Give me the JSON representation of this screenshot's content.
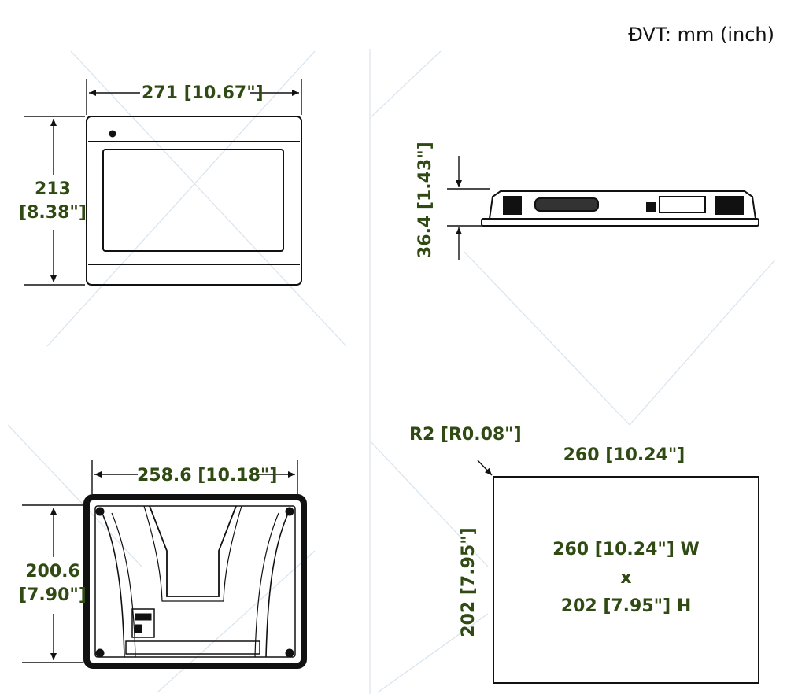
{
  "unit_label": "ĐVT: mm (inch)",
  "front_view": {
    "width_label": "271 [10.67\"]",
    "height_value": "213",
    "height_inch": "[8.38\"]"
  },
  "side_view": {
    "depth_label": "36.4 [1.43\"]"
  },
  "back_view": {
    "width_label": "258.6 [10.18\"]",
    "height_value": "200.6",
    "height_inch": "[7.90\"]"
  },
  "cutout_view": {
    "radius_label": "R2 [R0.08\"]",
    "width_label": "260 [10.24\"]",
    "height_label": "202 [7.95\"]",
    "inner_width": "260 [10.24\"] W",
    "inner_times": "x",
    "inner_height": "202 [7.95\"] H"
  },
  "colors": {
    "dimension_text": "#2f4a12",
    "line": "#111111",
    "watermark": "#d7e3ee"
  }
}
